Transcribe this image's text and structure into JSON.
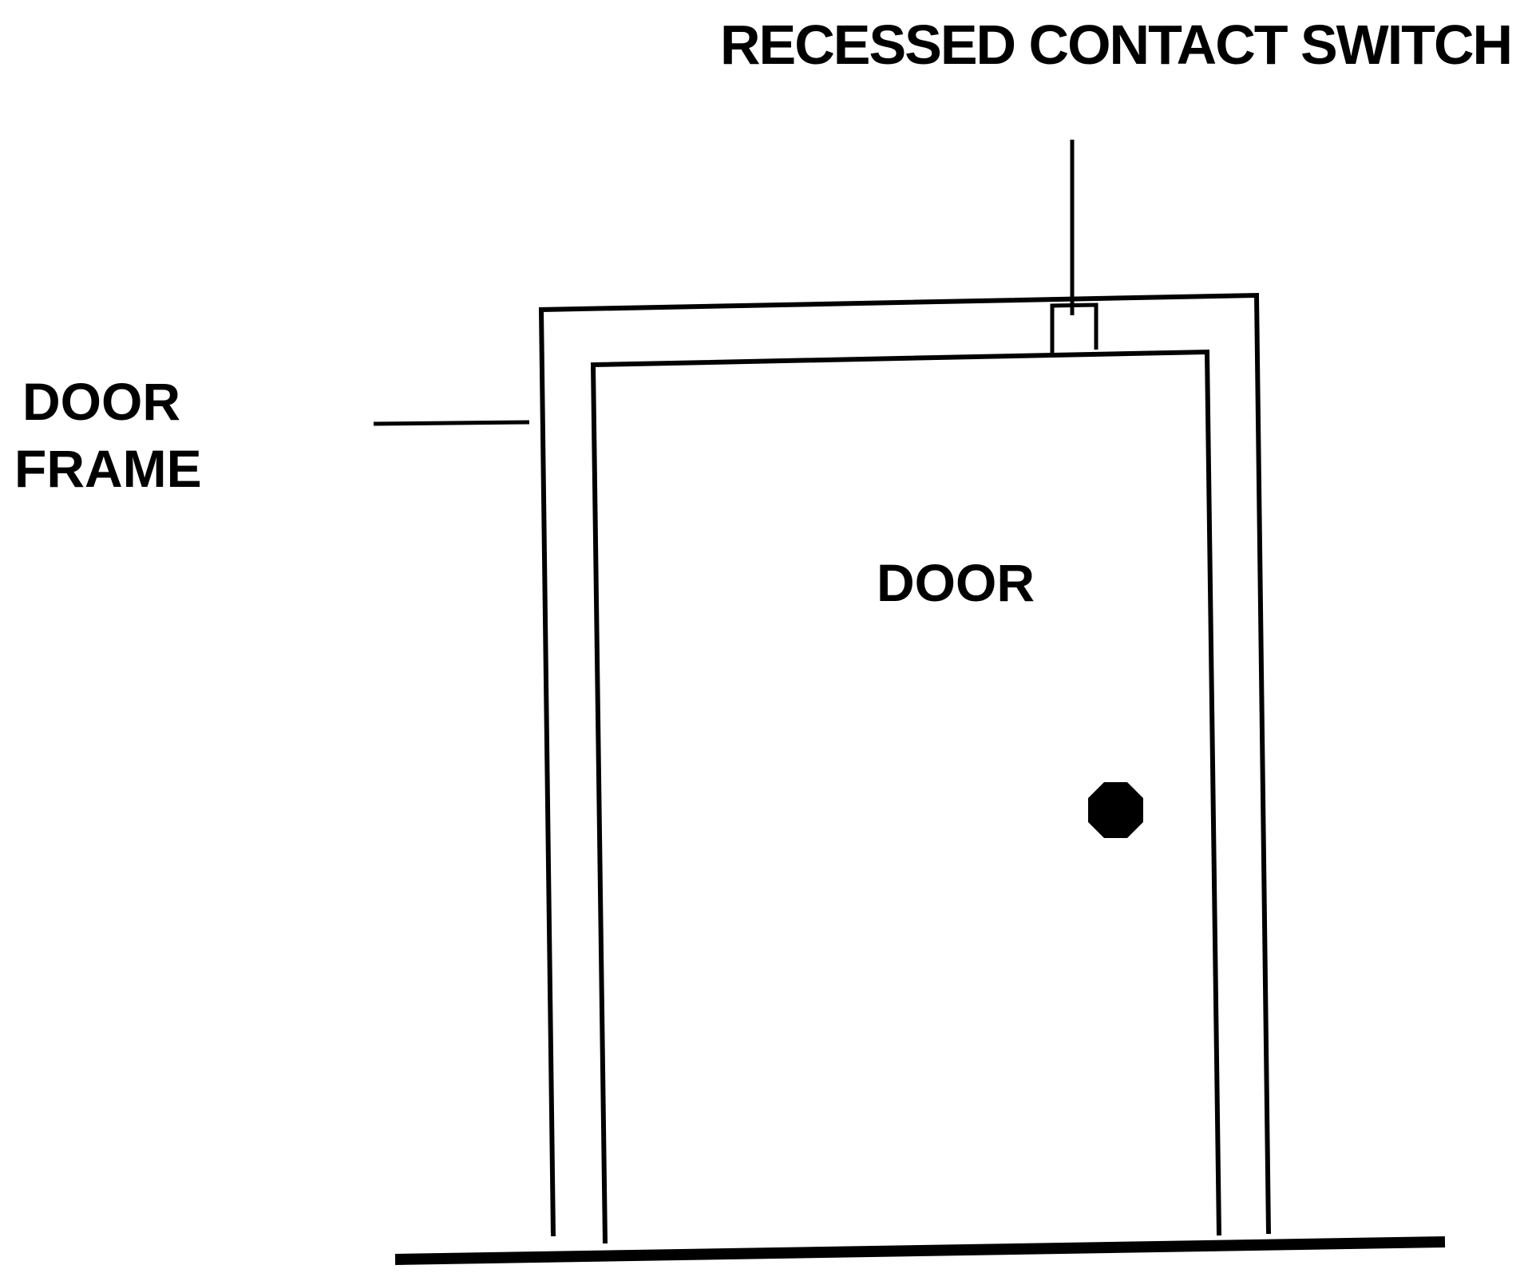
{
  "labels": {
    "recessed_contact_switch": "RECESSED CONTACT SWITCH",
    "door_frame_line1": "DOOR",
    "door_frame_line2": "FRAME",
    "door": "DOOR"
  },
  "colors": {
    "line": "#000000",
    "background": "#ffffff"
  }
}
